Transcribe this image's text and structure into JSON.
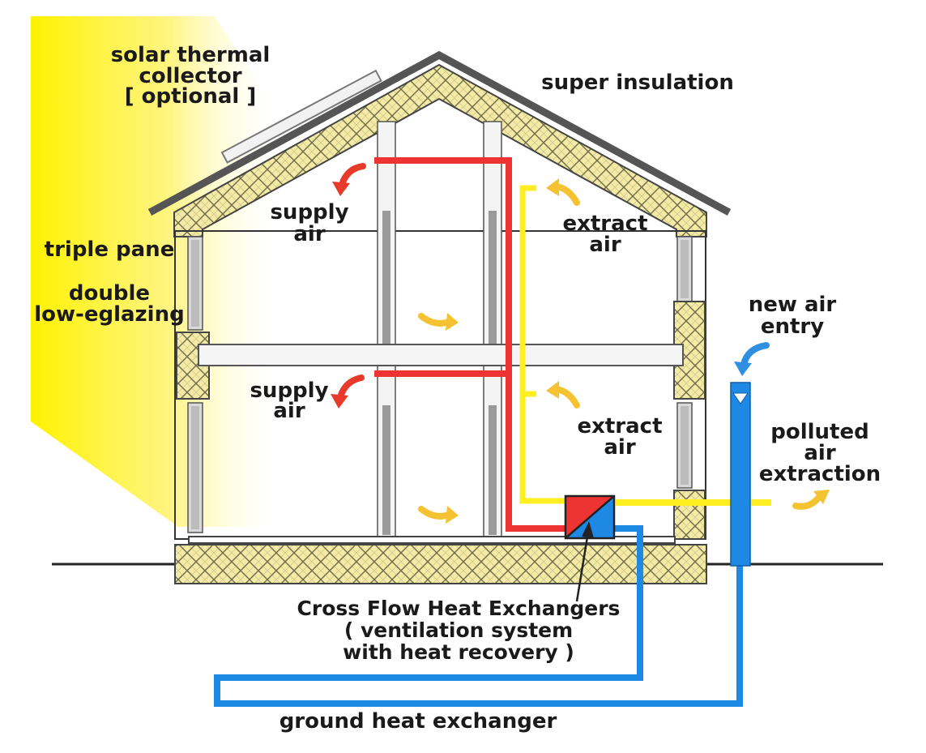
{
  "labels": {
    "solar_collector": [
      "solar thermal",
      "collector",
      "[ optional ]"
    ],
    "super_insulation": "super insulation",
    "supply_air_upper": [
      "supply",
      "air"
    ],
    "supply_air_lower": [
      "supply",
      "air"
    ],
    "extract_air_upper": [
      "extract",
      "air"
    ],
    "extract_air_lower": [
      "extract",
      "air"
    ],
    "triple_pane": "triple pane",
    "double_glazing": [
      "double",
      "low-eglazing"
    ],
    "new_air_entry": [
      "new air",
      "entry"
    ],
    "polluted_air": [
      "polluted",
      "air",
      "extraction"
    ],
    "heat_exchanger": [
      "Cross Flow Heat Exchangers",
      "( ventilation system",
      "with heat recovery )"
    ],
    "ground_heat_exchanger": "ground heat exchanger"
  },
  "colors": {
    "sun": "#fff200",
    "insulation": "#f3eaa5",
    "roof": "#5a5a5a",
    "supply_duct": "#ee3333",
    "extract_duct": "#ffee22",
    "fresh_air_duct": "#1e88e5",
    "warm_arrow": "#f5c232",
    "red_arrow": "#e83a2a",
    "blue_arrow": "#2f8fe0",
    "text": "#1a1a1a"
  }
}
